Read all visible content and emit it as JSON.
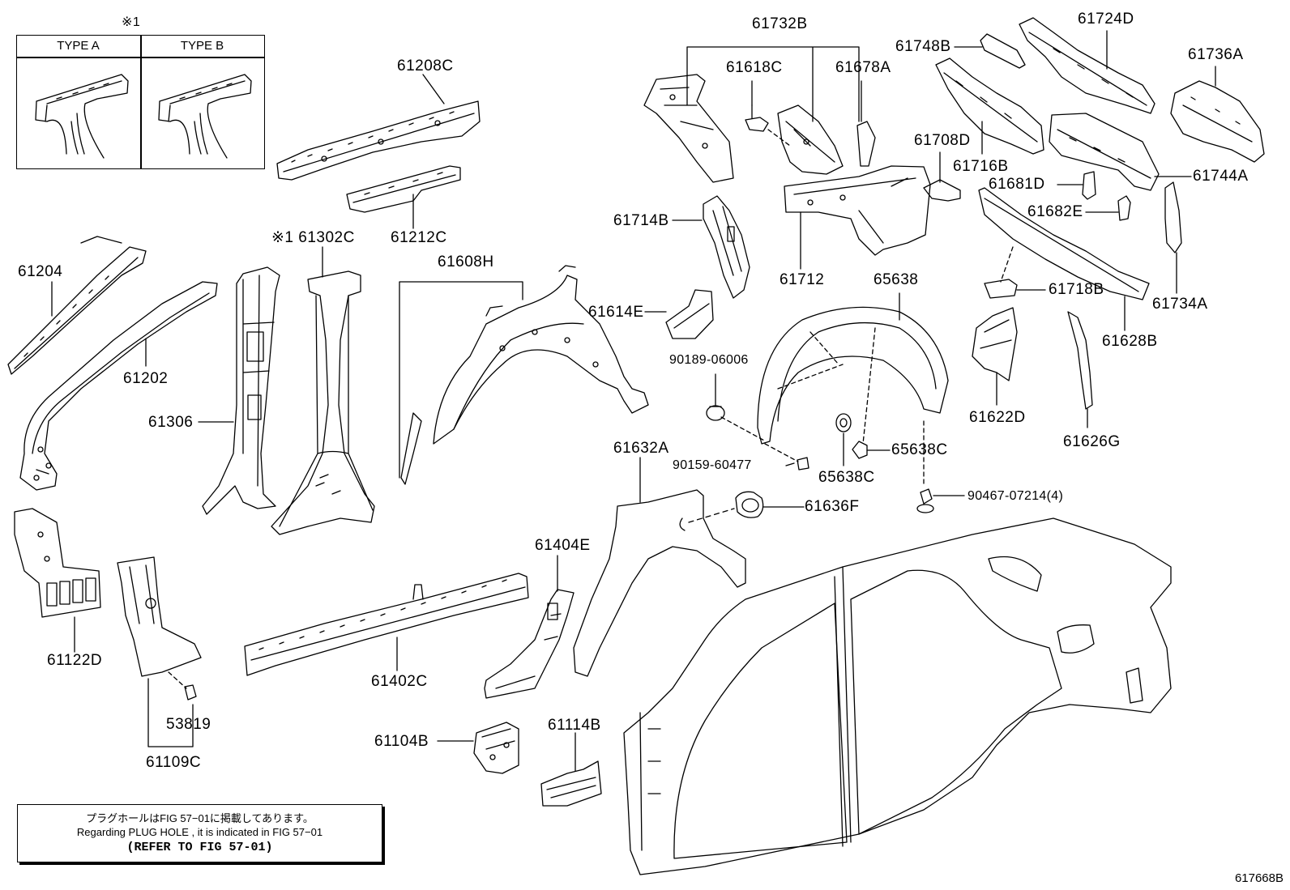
{
  "diagram": {
    "title_mark": "※1",
    "type_box": {
      "type_a": "TYPE A",
      "type_b": "TYPE B"
    },
    "parts": {
      "p61208C": "61208C",
      "p61212C": "61212C",
      "p61302C": "※1 61302C",
      "p61204": "61204",
      "p61202": "61202",
      "p61306": "61306",
      "p61608H": "61608H",
      "p61122D": "61122D",
      "p61109C": "61109C",
      "p53819": "53819",
      "p61402C": "61402C",
      "p61404E": "61404E",
      "p61104B": "61104B",
      "p61114B": "61114B",
      "p61632A": "61632A",
      "p61636F": "61636F",
      "p61732B": "61732B",
      "p61618C": "61618C",
      "p61678A": "61678A",
      "p61714B": "61714B",
      "p61614E": "61614E",
      "p61712": "61712",
      "p65638": "65638",
      "p90189": "90189-06006",
      "p90159": "90159-60477",
      "p65638C_a": "65638C",
      "p65638C_b": "65638C",
      "p90467": "90467-07214(4)",
      "p61748B": "61748B",
      "p61724D": "61724D",
      "p61736A": "61736A",
      "p61708D": "61708D",
      "p61716B": "61716B",
      "p61681D": "61681D",
      "p61744A": "61744A",
      "p61682E": "61682E",
      "p61734A": "61734A",
      "p61718B": "61718B",
      "p61628B": "61628B",
      "p61622D": "61622D",
      "p61626G": "61626G"
    },
    "note": {
      "line1": "プラグホールはFIG 57−01に掲載してあります。",
      "line2": "Regarding  PLUG HOLE , it is indicated in FIG 57−01",
      "line3": "(REFER TO FIG 57-01)"
    },
    "figure_ref": "617668B"
  }
}
